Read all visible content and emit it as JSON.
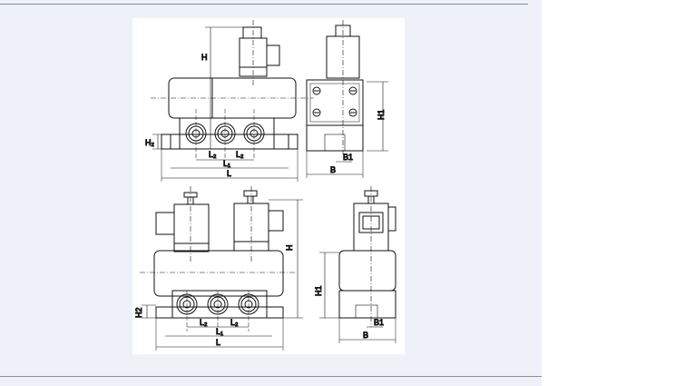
{
  "colors": {
    "panel_background": "#eef2f8",
    "sheet_background": "#ffffff",
    "rule": "#8a8f98",
    "ink": "#111111"
  },
  "labels": {
    "top_front": {
      "H": "H",
      "H2": "H₂",
      "L2a": "L₂",
      "L2b": "L₂",
      "L1": "L₁",
      "L": "L"
    },
    "top_side": {
      "H1": "H1",
      "B1": "B1",
      "B": "B"
    },
    "bottom_front": {
      "H": "H",
      "H2": "H2",
      "L2a": "L₂",
      "L2b": "L₂",
      "L1": "L₁",
      "L": "L"
    },
    "bottom_side": {
      "H1": "H1",
      "B1": "B1",
      "B": "B"
    }
  }
}
